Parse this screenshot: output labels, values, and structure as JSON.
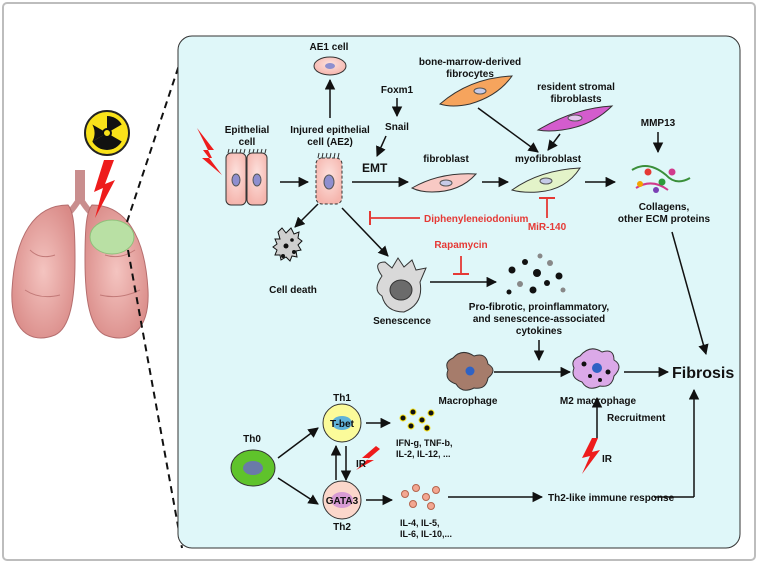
{
  "labels": {
    "ae1_cell": "AE1 cell",
    "epithelial_cell_1": "Epithelial",
    "epithelial_cell_2": "cell",
    "injured_1": "Injured epithelial",
    "injured_2": "cell (AE2)",
    "foxm1": "Foxm1",
    "snail": "Snail",
    "emt": "EMT",
    "bm_fibrocytes_1": "bone-marrow-derived",
    "bm_fibrocytes_2": "fibrocytes",
    "resident_1": "resident stromal",
    "resident_2": "fibroblasts",
    "fibroblast": "fibroblast",
    "myofibroblast": "myofibroblast",
    "mmp13": "MMP13",
    "collagens_1": "Collagens,",
    "collagens_2": "other ECM proteins",
    "dpi": "Diphenyleneiodonium",
    "mir140": "MiR-140",
    "cell_death": "Cell death",
    "rapamycin": "Rapamycin",
    "senescence": "Senescence",
    "cytokines_1": "Pro-fibrotic, proinflammatory,",
    "cytokines_2": "and senescence-associated",
    "cytokines_3": "cytokines",
    "macrophage": "Macrophage",
    "m2_macrophage": "M2 macrophage",
    "fibrosis": "Fibrosis",
    "recruitment": "Recruitment",
    "ir_1": "IR",
    "ir_2": "IR",
    "th0": "Th0",
    "th1": "Th1",
    "tbet": "T-bet",
    "gata3": "GATA3",
    "th2": "Th2",
    "th1_cyt_1": "IFN-g, TNF-b,",
    "th1_cyt_2": "IL-2, IL-12, ...",
    "th2_cyt_1": "IL-4, IL-5,",
    "th2_cyt_2": "IL-6, IL-10,...",
    "th2_response": "Th2-like immune response"
  },
  "colors": {
    "panel_bg": "#dff7f9",
    "inhibitor_red": "#e53935",
    "lung_pink": "#e9a2a2",
    "irradiated_zone": "#b9e0a4",
    "radiation_yellow": "#f9e21a"
  },
  "icons": {
    "radiation": "radiation-hazard-icon",
    "lightning": "lightning-bolt-icon"
  }
}
